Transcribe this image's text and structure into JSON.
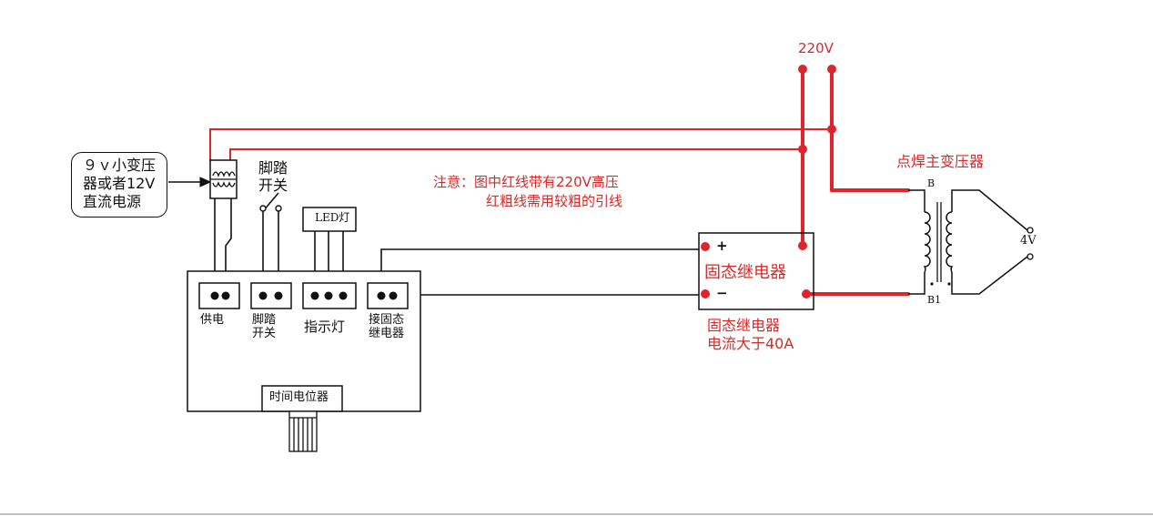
{
  "power_source": {
    "line1": "９ｖ小变压",
    "line2": "器或者12V",
    "line3": "直流电源"
  },
  "foot_switch": {
    "line1": "脚踏",
    "line2": "开关"
  },
  "led_label": "LED灯",
  "voltage_220": "220V",
  "note": {
    "line1": "注意：图中红线带有220V高压",
    "line2": "红粗线需用较粗的引线"
  },
  "main_transformer": "点焊主变压器",
  "transformer_taps": {
    "b": "B",
    "b1": "B1",
    "output": "4V"
  },
  "relay": {
    "plus": "+",
    "minus": "−",
    "inner_label": "固态继电器",
    "caption_line1": "固态继电器",
    "caption_line2": "电流大于40A"
  },
  "controller": {
    "supply": "供电",
    "foot_line1": "脚踏",
    "foot_line2": "开关",
    "indicator": "指示灯",
    "relay_conn_line1": "接固态",
    "relay_conn_line2": "继电器",
    "pot_label": "时间电位器"
  },
  "colors": {
    "wire_red": "#e0242b",
    "text_red": "#d42a2a",
    "wire_black": "#111111"
  }
}
